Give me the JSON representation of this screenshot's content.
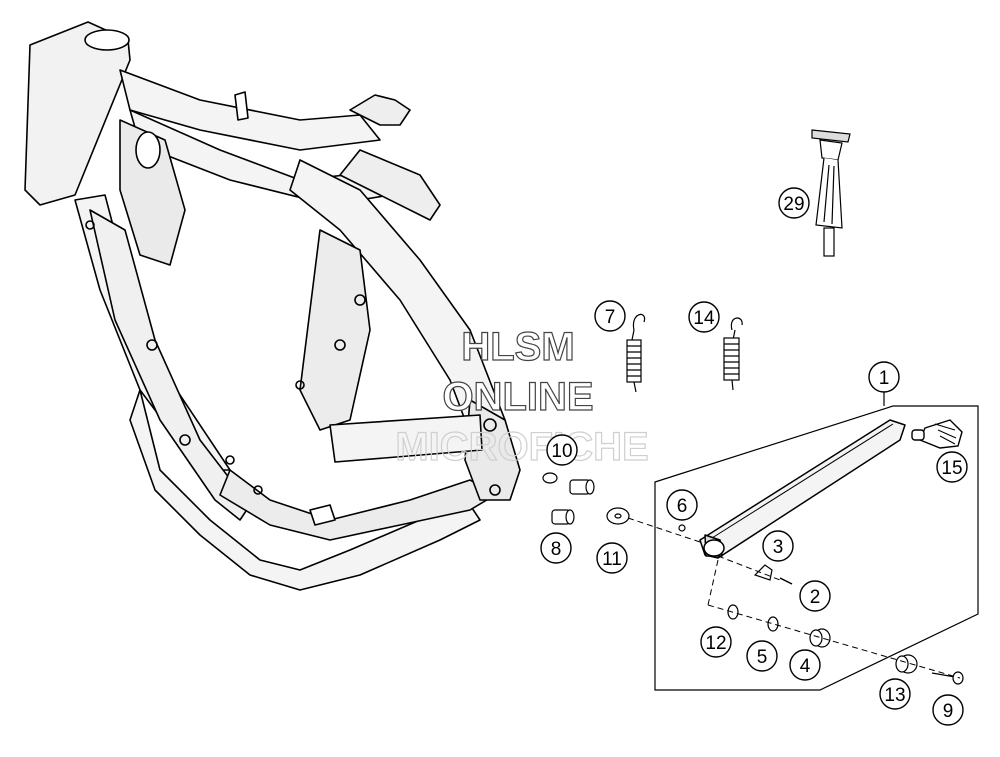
{
  "diagram": {
    "watermark": {
      "line1": "HLSM",
      "line2": "ONLINE",
      "line3": "MICROFICHE"
    },
    "callouts": [
      {
        "id": "c1",
        "label": "1"
      },
      {
        "id": "c2",
        "label": "2"
      },
      {
        "id": "c3",
        "label": "3"
      },
      {
        "id": "c4",
        "label": "4"
      },
      {
        "id": "c5",
        "label": "5"
      },
      {
        "id": "c6",
        "label": "6"
      },
      {
        "id": "c7",
        "label": "7"
      },
      {
        "id": "c8",
        "label": "8"
      },
      {
        "id": "c9",
        "label": "9"
      },
      {
        "id": "c10",
        "label": "10"
      },
      {
        "id": "c11",
        "label": "11"
      },
      {
        "id": "c12",
        "label": "12"
      },
      {
        "id": "c13",
        "label": "13"
      },
      {
        "id": "c14",
        "label": "14"
      },
      {
        "id": "c15",
        "label": "15"
      },
      {
        "id": "c29",
        "label": "29"
      }
    ]
  }
}
